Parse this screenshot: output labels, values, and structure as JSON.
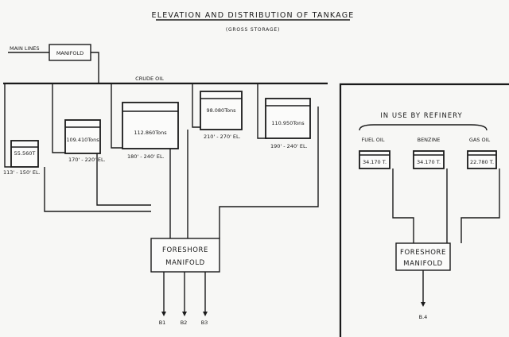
{
  "title": "ELEVATION AND DISTRIBUTION OF TANKAGE",
  "subtitle": "(GROSS STORAGE)",
  "inputs": {
    "main_lines": "MAIN LINES",
    "manifold": "MANIFOLD",
    "crude_oil": "CRUDE OIL"
  },
  "tanks": [
    {
      "capacity": "55.560T",
      "elevation": "113' - 150' EL."
    },
    {
      "capacity": "109.410Tons",
      "elevation": "170' - 220' EL."
    },
    {
      "capacity": "112.860Tons",
      "elevation": "180' - 240' EL."
    },
    {
      "capacity": "98.080Tons",
      "elevation": "210' - 270' EL."
    },
    {
      "capacity": "110.950Tons",
      "elevation": "190' - 240' EL."
    }
  ],
  "foreshore": {
    "line1": "FORESHORE",
    "line2": "MANIFOLD",
    "outputs": [
      "B1",
      "B2",
      "B3"
    ]
  },
  "refinery": {
    "heading": "IN USE BY REFINERY",
    "tanks": [
      {
        "label": "FUEL OIL",
        "capacity": "34.170 T."
      },
      {
        "label": "BENZINE",
        "capacity": "34.170 T."
      },
      {
        "label": "GAS OIL",
        "capacity": "22.780 T."
      }
    ],
    "manifold_line1": "FORESHORE",
    "manifold_line2": "MANIFOLD",
    "output": "B.4"
  }
}
